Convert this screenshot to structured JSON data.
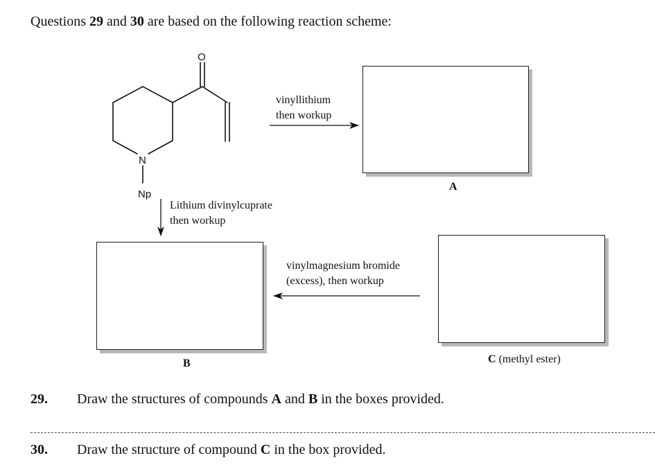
{
  "intro": {
    "prefix": "Questions ",
    "q1": "29",
    "middle": " and ",
    "q2": "30",
    "suffix": " are based on the following reaction scheme:"
  },
  "molecule": {
    "atom_o": "O",
    "atom_n": "N",
    "substituent": "Np"
  },
  "reagents": {
    "to_a_line1": "vinyllithium",
    "to_a_line2": "then workup",
    "to_b_line1": "Lithium divinylcuprate",
    "to_b_line2": "then workup",
    "c_to_b_line1": "vinylmagnesium bromide",
    "c_to_b_line2": "(excess), then workup"
  },
  "boxes": {
    "a_label": "A",
    "b_label": "B",
    "c_label": "C",
    "c_note": " (methyl ester)"
  },
  "questions": [
    {
      "number": "29.",
      "prefix": "Draw the structures of compounds ",
      "bold1": "A",
      "middle": " and ",
      "bold2": "B",
      "suffix": " in the boxes provided."
    },
    {
      "number": "30.",
      "prefix": "Draw the structure of compound ",
      "bold1": "C",
      "suffix": " in the box provided."
    }
  ],
  "colors": {
    "ink": "#111111",
    "box_shadow": "#b9b9b9"
  }
}
